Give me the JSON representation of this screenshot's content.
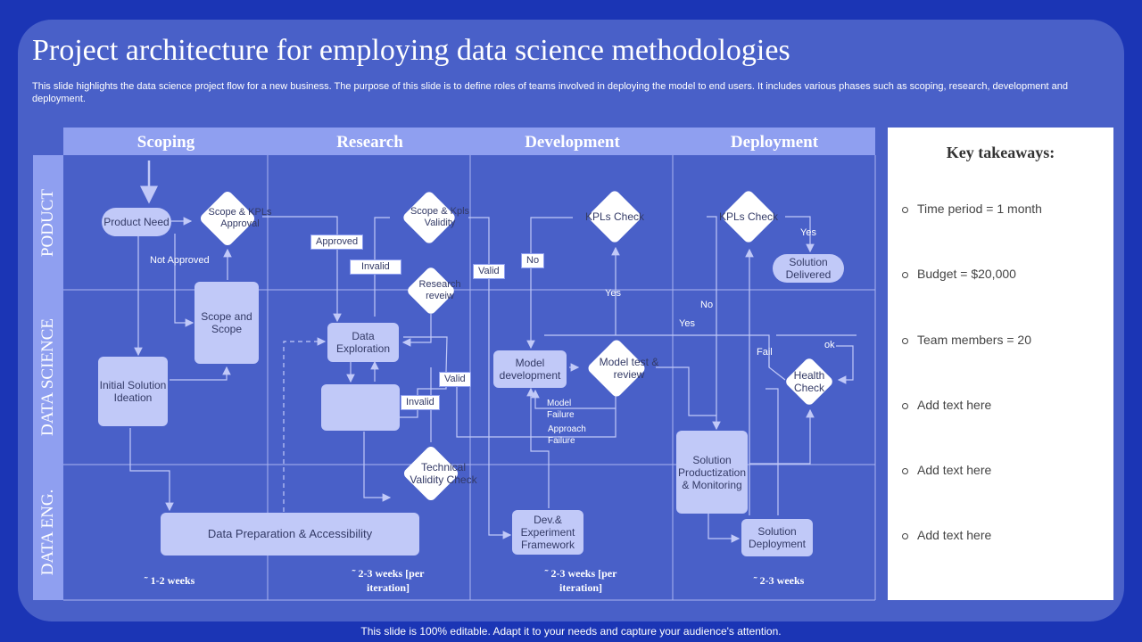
{
  "header": {
    "title": "Project architecture for employing data science methodologies",
    "subtitle": "This slide highlights the data science project flow for a new business. The purpose of this slide is to define roles of teams involved in deploying the model to end users. It includes various phases such as scoping, research, development and deployment."
  },
  "phases": [
    "Scoping",
    "Research",
    "Development",
    "Deployment"
  ],
  "lanes": [
    "PODUCT",
    "DATA SCIENCE",
    "DATA ENG."
  ],
  "nodes": {
    "product_need": "Product Need",
    "scope_kpl_approval": "Scope & KPLs Approval",
    "scope_and_scope": "Scope and Scope",
    "initial_solution": "Initial Solution Ideation",
    "data_prep": "Data Preparation & Accessibility",
    "scope_kpls_validity": "Scope & Kpls Validity",
    "research_review": "Research reveiw",
    "data_exploration": "Data Exploration",
    "technical_validity": "Technical Validity Check",
    "kpls_check_dev": "KPLs Check",
    "model_development": "Model development",
    "model_test_review": "Model test & review",
    "dev_experiment": "Dev.& Experiment Framework",
    "kpls_check_deploy": "KPLs Check",
    "solution_delivered": "Solution Delivered",
    "health_check": "Health Check",
    "solution_productization": "Solution Productization & Monitoring",
    "solution_deployment": "Solution Deployment"
  },
  "labels": {
    "not_approved": "Not Approved",
    "approved": "Approved",
    "invalid_1": "Invalid",
    "invalid_2": "Invalid",
    "valid_1": "Valid",
    "valid_2": "Valid",
    "no_1": "No",
    "yes_1": "Yes",
    "model_failure": "Model Failure",
    "approach_failure": "Approach Failure",
    "yes_2": "Yes",
    "no_2": "No",
    "yes_3": "Yes",
    "fail": "Fail",
    "ok": "ok"
  },
  "durations": [
    "˜ 1-2 weeks",
    "˜ 2-3 weeks [per iteration]",
    "˜ 2-3 weeks [per iteration]",
    "˜ 2-3 weeks"
  ],
  "takeaways": {
    "title": "Key takeaways:",
    "items": [
      "Time period = 1 month",
      "Budget = $20,000",
      "Team members = 20",
      "Add text here",
      "Add text here",
      "Add text here"
    ]
  },
  "footer": "This slide is 100% editable. Adapt it to your needs and capture your audience's attention.",
  "colors": {
    "background": "#1b35b5",
    "panel": "#4960c8",
    "header_bar": "#8f9ff0",
    "node_fill": "#c1c9f8",
    "takeaways_bg": "#ffffff"
  }
}
